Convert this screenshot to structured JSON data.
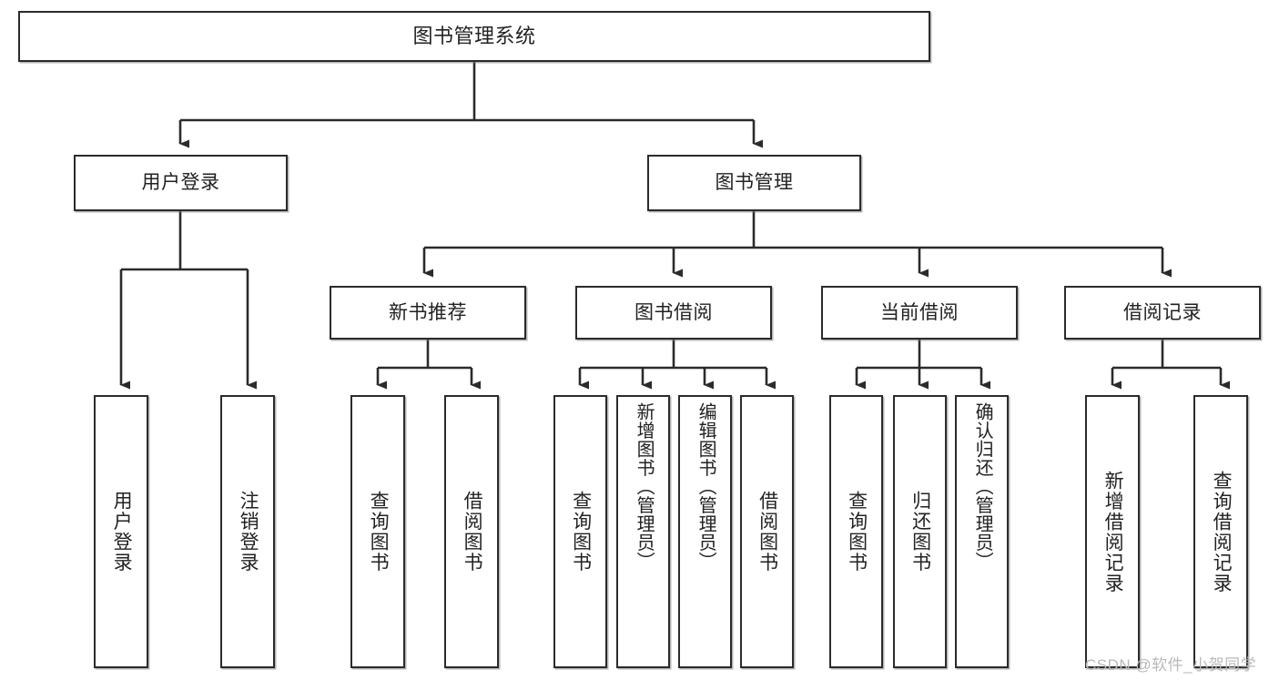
{
  "diagram": {
    "title": "图书管理系统",
    "type": "tree-hierarchy",
    "levels": {
      "root": "图书管理系统",
      "modules": [
        "用户登录",
        "图书管理"
      ],
      "submodules": [
        "新书推荐",
        "图书借阅",
        "当前借阅",
        "借阅记录"
      ]
    },
    "nodes": {
      "root": {
        "label": "图书管理系统"
      },
      "user_login": {
        "label": "用户登录"
      },
      "book_manage": {
        "label": "图书管理"
      },
      "new_book_rec": {
        "label": "新书推荐"
      },
      "book_borrow": {
        "label": "图书借阅"
      },
      "current_borrow": {
        "label": "当前借阅"
      },
      "borrow_record": {
        "label": "借阅记录"
      },
      "leaf_user_login": {
        "label": "用户登录"
      },
      "leaf_logout": {
        "label": "注销登录"
      },
      "leaf_query_book_1": {
        "label": "查询图书"
      },
      "leaf_borrow_book_1": {
        "label": "借阅图书"
      },
      "leaf_query_book_2": {
        "label": "查询图书"
      },
      "leaf_add_book": {
        "label": "新增图书（管理员）"
      },
      "leaf_edit_book": {
        "label": "编辑图书（管理员）"
      },
      "leaf_borrow_book_2": {
        "label": "借阅图书"
      },
      "leaf_query_book_3": {
        "label": "查询图书"
      },
      "leaf_return_book": {
        "label": "归还图书"
      },
      "leaf_confirm_return": {
        "label": "确认归还（管理员）"
      },
      "leaf_add_record": {
        "label": "新增借阅记录"
      },
      "leaf_query_record": {
        "label": "查询借阅记录"
      }
    }
  },
  "watermark": {
    "text": "CSDN @软件_小贺同学"
  },
  "colors": {
    "box_border": "#2b2b2b",
    "box_fill": "#ffffff",
    "connector": "#2b2b2b",
    "text": "#222222",
    "watermark": "#b9b9b9",
    "background": "#ffffff"
  }
}
